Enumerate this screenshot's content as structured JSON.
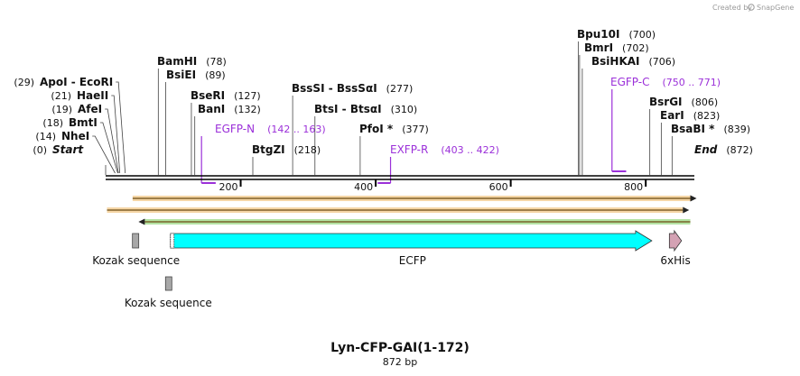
{
  "credit": {
    "prefix": "Created by",
    "brand": "SnapGene"
  },
  "map": {
    "name": "Lyn-CFP-GAI(1-172)",
    "length_label": "872 bp",
    "length_bp": 872,
    "ticks": [
      200,
      400,
      600,
      800
    ]
  },
  "sites": [
    {
      "id": "start",
      "label": "Start",
      "pos": 0,
      "pos_label": "(0)",
      "side": "left",
      "italic": true
    },
    {
      "id": "nhei",
      "label": "NheI",
      "pos": 14,
      "pos_label": "(14)",
      "side": "left"
    },
    {
      "id": "bmti",
      "label": "BmtI",
      "pos": 18,
      "pos_label": "(18)",
      "side": "left"
    },
    {
      "id": "afei",
      "label": "AfeI",
      "pos": 19,
      "pos_label": "(19)",
      "side": "left"
    },
    {
      "id": "haeii",
      "label": "HaeII",
      "pos": 21,
      "pos_label": "(21)",
      "side": "left"
    },
    {
      "id": "apoi",
      "label": "ApoI  -  EcoRI",
      "pos": 29,
      "pos_label": "(29)",
      "side": "left"
    },
    {
      "id": "bamhi",
      "label": "BamHI",
      "pos": 78,
      "pos_label": "(78)",
      "side": "right"
    },
    {
      "id": "bsiei",
      "label": "BsiEI",
      "pos": 89,
      "pos_label": "(89)",
      "side": "right"
    },
    {
      "id": "seri",
      "label": "BseRI",
      "pos": 127,
      "pos_label": "(127)",
      "side": "right"
    },
    {
      "id": "bani",
      "label": "BanI",
      "pos": 132,
      "pos_label": "(132)",
      "side": "right"
    },
    {
      "id": "btgzi",
      "label": "BtgZI",
      "pos": 218,
      "pos_label": "(218)",
      "side": "right"
    },
    {
      "id": "bsssi",
      "label": "BssSI  -  BssSαI",
      "pos": 277,
      "pos_label": "(277)",
      "side": "right"
    },
    {
      "id": "btsi",
      "label": "BtsI  -  BtsαI",
      "pos": 310,
      "pos_label": "(310)",
      "side": "right"
    },
    {
      "id": "pfoi",
      "label": "PfoI *",
      "pos": 377,
      "pos_label": "(377)",
      "side": "right"
    },
    {
      "id": "bpu10i",
      "label": "Bpu10I",
      "pos": 700,
      "pos_label": "(700)",
      "side": "right"
    },
    {
      "id": "bmri",
      "label": "BmrI",
      "pos": 702,
      "pos_label": "(702)",
      "side": "right"
    },
    {
      "id": "bsihkai",
      "label": "BsiHKAI",
      "pos": 706,
      "pos_label": "(706)",
      "side": "right"
    },
    {
      "id": "bsrgi",
      "label": "BsrGI",
      "pos": 806,
      "pos_label": "(806)",
      "side": "right"
    },
    {
      "id": "eari",
      "label": "EarI",
      "pos": 823,
      "pos_label": "(823)",
      "side": "right"
    },
    {
      "id": "bsabi",
      "label": "BsaBI *",
      "pos": 839,
      "pos_label": "(839)",
      "side": "right"
    },
    {
      "id": "end",
      "label": "End",
      "pos": 872,
      "pos_label": "(872)",
      "side": "right",
      "italic": true
    }
  ],
  "primers": [
    {
      "id": "egfp-n",
      "label": "EGFP-N",
      "range_label": "(142 .. 163)",
      "start": 142,
      "end": 163,
      "strand": "forward"
    },
    {
      "id": "exfp-r",
      "label": "EXFP-R",
      "range_label": "(403 .. 422)",
      "start": 403,
      "end": 422,
      "strand": "reverse"
    },
    {
      "id": "egfp-c",
      "label": "EGFP-C",
      "range_label": "(750 .. 771)",
      "start": 750,
      "end": 771,
      "strand": "forward"
    }
  ],
  "orfs": [
    {
      "id": "orf-1",
      "start": 40,
      "end": 866,
      "strand": "forward",
      "color": "#e8a33a"
    },
    {
      "id": "orf-2",
      "start": 2,
      "end": 855,
      "strand": "forward",
      "color": "#e8a33a"
    },
    {
      "id": "orf-3",
      "start": 58,
      "end": 866,
      "strand": "reverse",
      "color": "#58c232"
    }
  ],
  "features": [
    {
      "id": "kozak-1",
      "label": "Kozak sequence",
      "start": 37,
      "end": 47,
      "type": "box",
      "color": "#a8a8a8"
    },
    {
      "id": "kozak-2",
      "label": "Kozak sequence",
      "start": 90,
      "end": 100,
      "type": "box",
      "color": "#a8a8a8"
    },
    {
      "id": "ecfp",
      "label": "ECFP",
      "start": 100,
      "end": 809,
      "type": "arrow",
      "color": "#00ffff"
    },
    {
      "id": "6xhis",
      "label": "6xHis",
      "start": 835,
      "end": 853,
      "type": "arrow",
      "color": "#d4a2b4"
    }
  ]
}
